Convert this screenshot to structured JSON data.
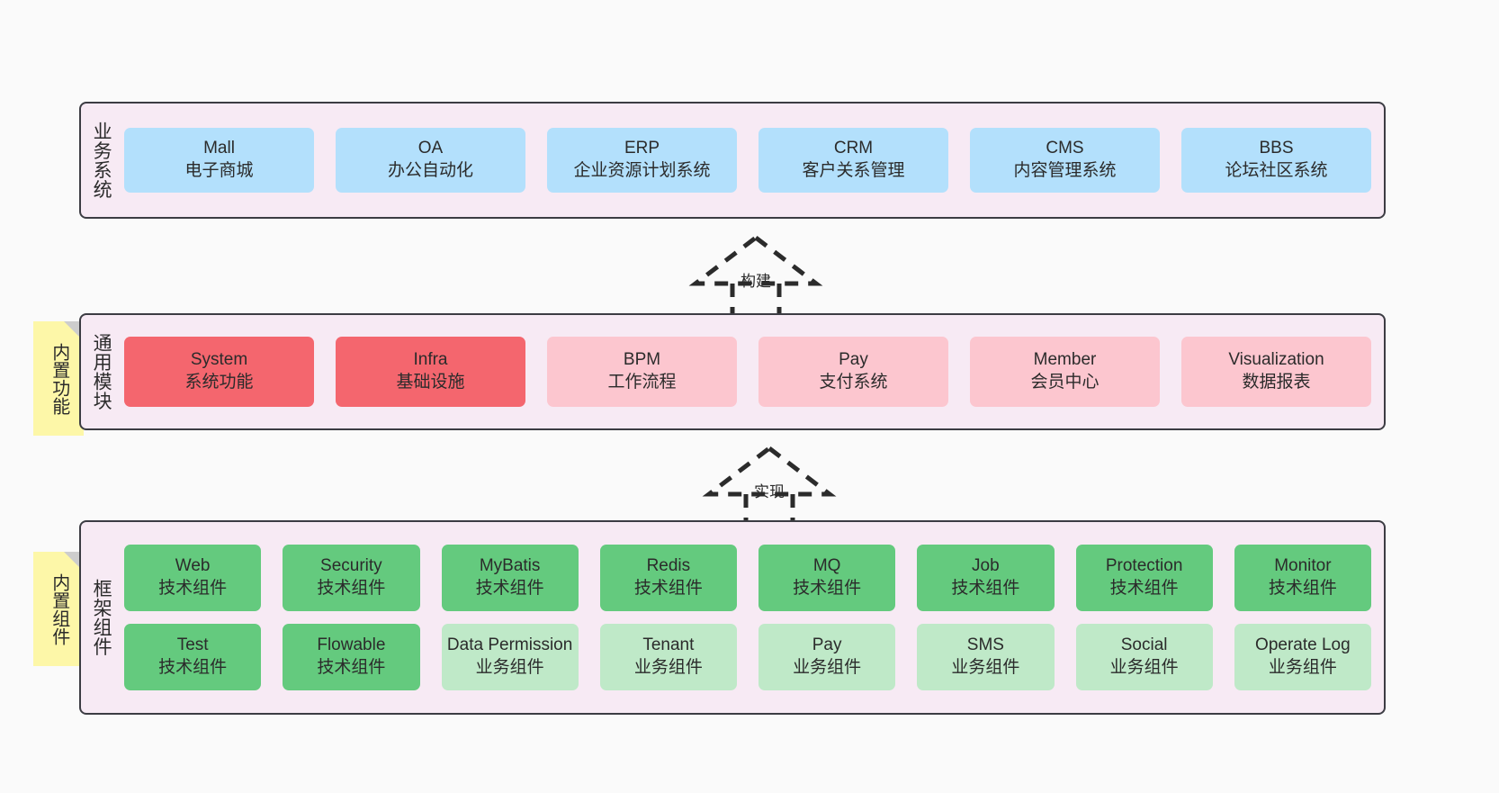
{
  "diagram": {
    "background": "#fafafa",
    "panel_bg": "#f7eaf4",
    "panel_border": "#3c3c43",
    "note_bg": "#fdf7a8"
  },
  "business": {
    "title": "业务系统",
    "color": "#b3e0fc",
    "items": [
      {
        "name": "Mall",
        "sub": "电子商城"
      },
      {
        "name": "OA",
        "sub": "办公自动化"
      },
      {
        "name": "ERP",
        "sub": "企业资源计划系统"
      },
      {
        "name": "CRM",
        "sub": "客户关系管理"
      },
      {
        "name": "CMS",
        "sub": "内容管理系统"
      },
      {
        "name": "BBS",
        "sub": "论坛社区系统"
      }
    ]
  },
  "connector_build": {
    "label": "构建"
  },
  "connector_impl": {
    "label": "实现"
  },
  "modules": {
    "title": "通用模块",
    "note": "内置功能",
    "color_primary": "#f4666e",
    "color_secondary": "#fcc6cf",
    "items": [
      {
        "name": "System",
        "sub": "系统功能",
        "tone": "red"
      },
      {
        "name": "Infra",
        "sub": "基础设施",
        "tone": "red"
      },
      {
        "name": "BPM",
        "sub": "工作流程",
        "tone": "pink"
      },
      {
        "name": "Pay",
        "sub": "支付系统",
        "tone": "pink"
      },
      {
        "name": "Member",
        "sub": "会员中心",
        "tone": "pink"
      },
      {
        "name": "Visualization",
        "sub": "数据报表",
        "tone": "pink"
      }
    ]
  },
  "framework": {
    "title": "框架组件",
    "note": "内置组件",
    "color_tech": "#64ca7e",
    "color_biz": "#bfe9c8",
    "row1": [
      {
        "name": "Web",
        "sub": "技术组件",
        "tone": "green"
      },
      {
        "name": "Security",
        "sub": "技术组件",
        "tone": "green"
      },
      {
        "name": "MyBatis",
        "sub": "技术组件",
        "tone": "green"
      },
      {
        "name": "Redis",
        "sub": "技术组件",
        "tone": "green"
      },
      {
        "name": "MQ",
        "sub": "技术组件",
        "tone": "green"
      },
      {
        "name": "Job",
        "sub": "技术组件",
        "tone": "green"
      },
      {
        "name": "Protection",
        "sub": "技术组件",
        "tone": "green"
      },
      {
        "name": "Monitor",
        "sub": "技术组件",
        "tone": "green"
      }
    ],
    "row2": [
      {
        "name": "Test",
        "sub": "技术组件",
        "tone": "green"
      },
      {
        "name": "Flowable",
        "sub": "技术组件",
        "tone": "green"
      },
      {
        "name": "Data Permission",
        "sub": "业务组件",
        "tone": "green-light"
      },
      {
        "name": "Tenant",
        "sub": "业务组件",
        "tone": "green-light"
      },
      {
        "name": "Pay",
        "sub": "业务组件",
        "tone": "green-light"
      },
      {
        "name": "SMS",
        "sub": "业务组件",
        "tone": "green-light"
      },
      {
        "name": "Social",
        "sub": "业务组件",
        "tone": "green-light"
      },
      {
        "name": "Operate Log",
        "sub": "业务组件",
        "tone": "green-light"
      }
    ]
  }
}
